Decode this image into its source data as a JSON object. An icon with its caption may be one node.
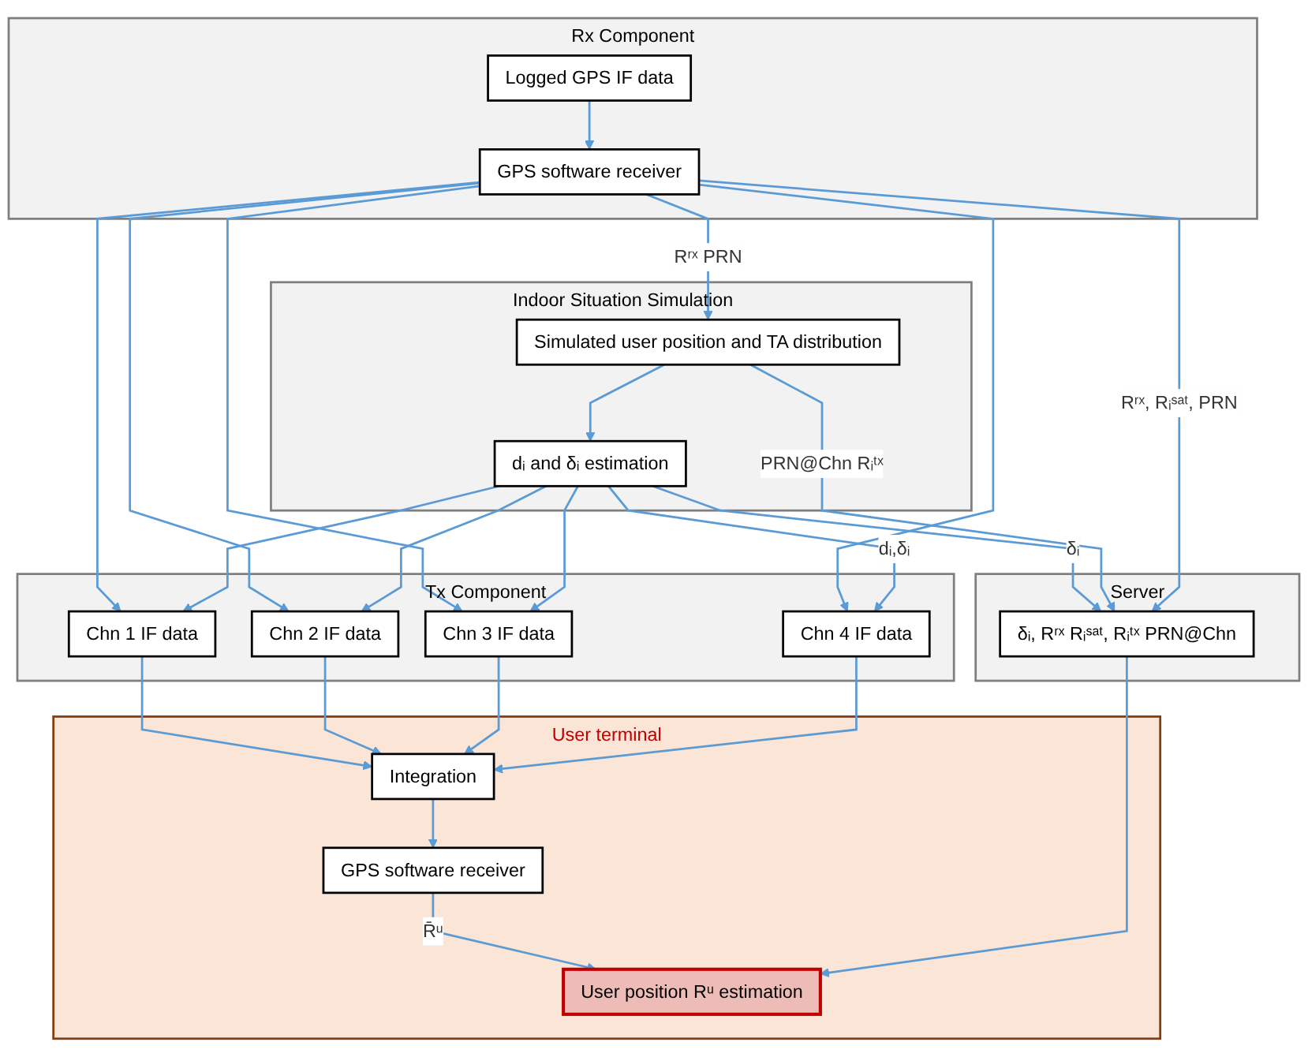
{
  "diagram": {
    "nodes": [
      {
        "text": [
          "Rx Component"
        ]
      },
      {
        "text": [
          "Logged GPS IF data"
        ],
        "in": 0
      },
      {
        "text": [
          "GPS software receiver"
        ],
        "in": 0
      },
      {
        "text": [
          "Tx Component"
        ]
      },
      {
        "text": [
          "Chn 1 IF data"
        ],
        "in": 3
      },
      {
        "text": [
          "Chn 2 IF data"
        ],
        "in": 3
      },
      {
        "text": [
          "Chn 3 IF data"
        ],
        "in": 3
      },
      {
        "text": [
          "Chn 4 IF data"
        ],
        "in": 3
      },
      {
        "text": [
          "User terminal"
        ]
      },
      {
        "text": [
          "Integration"
        ],
        "in": 8
      },
      {
        "text": [
          "GPS software receiver"
        ],
        "in": 8
      },
      {
        "text": [
          "User position Rᵘ estimation"
        ],
        "in": 8
      },
      {
        "text": [
          "Indoor Situation Simulation"
        ]
      },
      {
        "text": [
          "dᵢ and δᵢ estimation"
        ],
        "in": 12
      },
      {
        "text": [
          "Simulated user position and TA distribution"
        ],
        "in": 12
      },
      {
        "text": [
          "Server"
        ]
      },
      {
        "text": [
          "δᵢ, Rʳˣ Rᵢˢᵃᵗ, Rᵢᵗˣ PRN@Chn"
        ],
        "in": 15
      }
    ],
    "edges": [
      {
        "from": 1,
        "to": 2,
        "arrow": "to"
      },
      {
        "from": 2,
        "to": 4,
        "arrow": "to"
      },
      {
        "from": 2,
        "to": 5,
        "arrow": "to"
      },
      {
        "from": 2,
        "to": 6,
        "arrow": "to"
      },
      {
        "from": 2,
        "to": 7,
        "arrow": "to"
      },
      {
        "from": 4,
        "to": 9,
        "arrow": "to"
      },
      {
        "from": 5,
        "to": 9,
        "arrow": "to"
      },
      {
        "from": 6,
        "to": 9,
        "arrow": "to"
      },
      {
        "from": 7,
        "to": 9,
        "arrow": "to"
      },
      {
        "from": 9,
        "to": 10,
        "arrow": "to"
      },
      {
        "from": 10,
        "to": 11,
        "arrow": "to",
        "label": "R̄ᵘ"
      },
      {
        "from": 14,
        "to": 13,
        "arrow": "to"
      },
      {
        "from": 13,
        "to": 4,
        "arrow": "to"
      },
      {
        "from": 13,
        "to": 5,
        "arrow": "to"
      },
      {
        "from": 13,
        "to": 6,
        "arrow": "to"
      },
      {
        "from": 13,
        "to": 7,
        "arrow": "to",
        "label": "dᵢ,δᵢ"
      },
      {
        "from": 13,
        "to": 16,
        "arrow": "to",
        "label": "δᵢ"
      },
      {
        "from": 14,
        "to": 16,
        "arrow": "to",
        "label": "PRN@Chn Rᵢᵗˣ"
      },
      {
        "from": 2,
        "to": 14,
        "arrow": "to",
        "label": "Rʳˣ PRN"
      },
      {
        "from": 2,
        "to": 16,
        "arrow": "to",
        "label": "Rʳˣ, Rᵢˢᵃᵗ, PRN"
      },
      {
        "from": 16,
        "to": 11,
        "arrow": "to"
      }
    ]
  }
}
